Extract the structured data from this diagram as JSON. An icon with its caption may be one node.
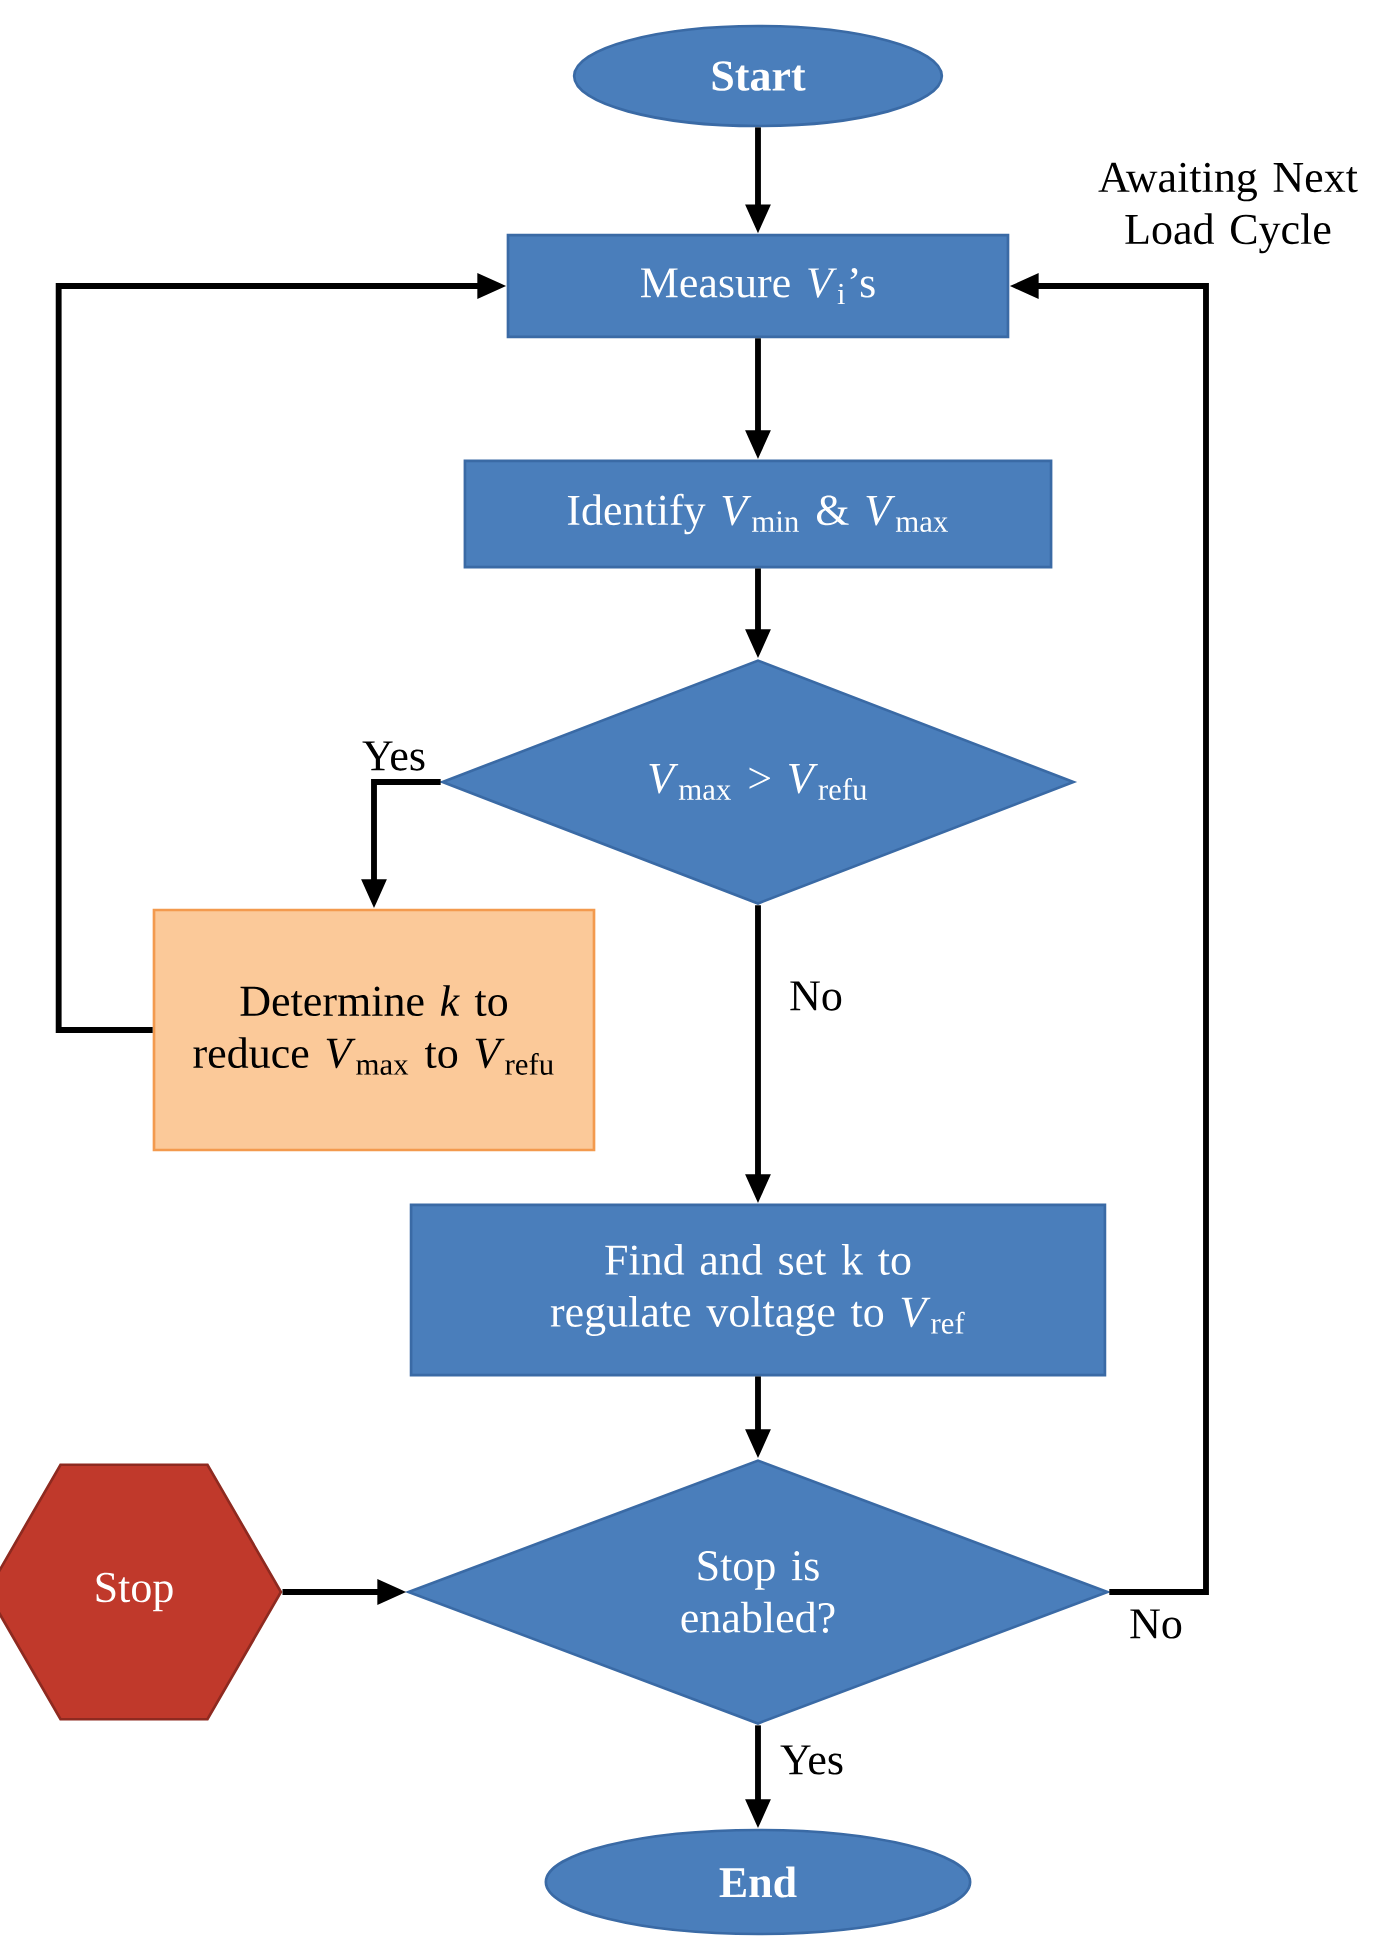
{
  "diagram": {
    "nodes": [
      {
        "text": [
          "Start"
        ]
      },
      {
        "text": [
          "Measure *V*$_{i}$’s"
        ]
      },
      {
        "text": [
          "Identify *V*$_{min}$ & *V*$_{max}$"
        ]
      },
      {
        "text": [
          "*V*$_{max}$ > *V*$_{refu}$"
        ]
      },
      {
        "text": [
          "Determine *k* to reduce *V*$_{max}$ to *V*$_{refu}$"
        ]
      },
      {
        "text": [
          "Find and set k to regulate voltage to *V*$_{ref}$"
        ]
      },
      {
        "text": [
          "Stop is enabled?"
        ]
      },
      {
        "text": [
          "Stop"
        ]
      },
      {
        "text": [
          "End"
        ]
      }
    ],
    "edges": [
      {
        "from": 0,
        "to": 1,
        "arrow": "to"
      },
      {
        "from": 1,
        "to": 2,
        "arrow": "to"
      },
      {
        "from": 2,
        "to": 3,
        "arrow": "to"
      },
      {
        "from": 3,
        "to": 4,
        "arrow": "to",
        "label": "Yes"
      },
      {
        "from": 4,
        "to": 1,
        "arrow": "to"
      },
      {
        "from": 3,
        "to": 5,
        "arrow": "to",
        "label": "No"
      },
      {
        "from": 5,
        "to": 6,
        "arrow": "to"
      },
      {
        "from": 7,
        "to": 6,
        "arrow": "to"
      },
      {
        "from": 6,
        "to": 8,
        "arrow": "to",
        "label": "Yes"
      },
      {
        "from": 6,
        "to": 1,
        "arrow": "to",
        "label": "No"
      }
    ],
    "labels": [
      "Awaiting Next Load Cycle"
    ]
  }
}
